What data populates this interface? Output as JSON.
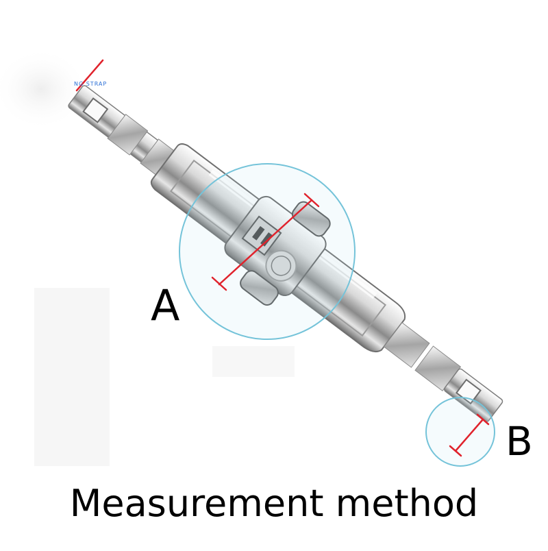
{
  "labels": {
    "a": "A",
    "b": "B"
  },
  "caption": "Measurement method",
  "watermark": "NG STRAP",
  "colors": {
    "circle": "#74c3d9",
    "marker": "#e0222c",
    "steel_light": "#f2f2f2",
    "steel_dark": "#6f6f6f"
  }
}
